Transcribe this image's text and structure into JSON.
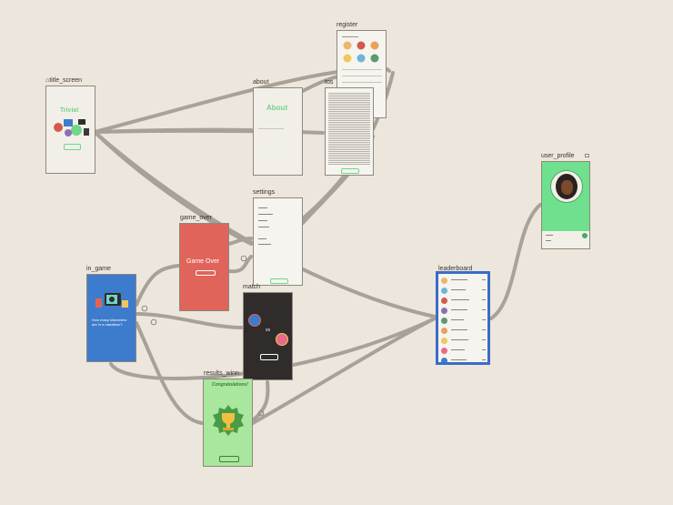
{
  "screens": {
    "title_screen": {
      "label": "title_screen",
      "home_glyph": "⌂",
      "title": "Trivia!"
    },
    "about": {
      "label": "about",
      "title": "About"
    },
    "register": {
      "label": "register"
    },
    "tos": {
      "label": "tos"
    },
    "settings": {
      "label": "settings"
    },
    "game_over": {
      "label": "game_over",
      "title": "Game Over"
    },
    "in_game": {
      "label": "in_game",
      "question": "How many kilometers are in a marathon?"
    },
    "match": {
      "label": "match",
      "vs": "vs"
    },
    "results_win": {
      "label": "results_winn",
      "title": "Congratulations!"
    },
    "leaderboard": {
      "label": "leaderboard"
    },
    "user_profile": {
      "label": "user_profile"
    }
  },
  "colors": {
    "canvas": "#ece6dc",
    "connector": "#9c968c",
    "title_accent": "#6fd68a",
    "game_over_bg": "#e0645a",
    "in_game_bg": "#3d7ccc",
    "match_bg": "#2f2c2b",
    "results_bg": "#a9e69e",
    "profile_bg": "#6fe08e",
    "selected_border": "#3a6cc8"
  },
  "icons": [
    "home-icon",
    "gear-icon",
    "trophy-icon",
    "tv-icon",
    "avatar-icon",
    "expand-icon"
  ]
}
